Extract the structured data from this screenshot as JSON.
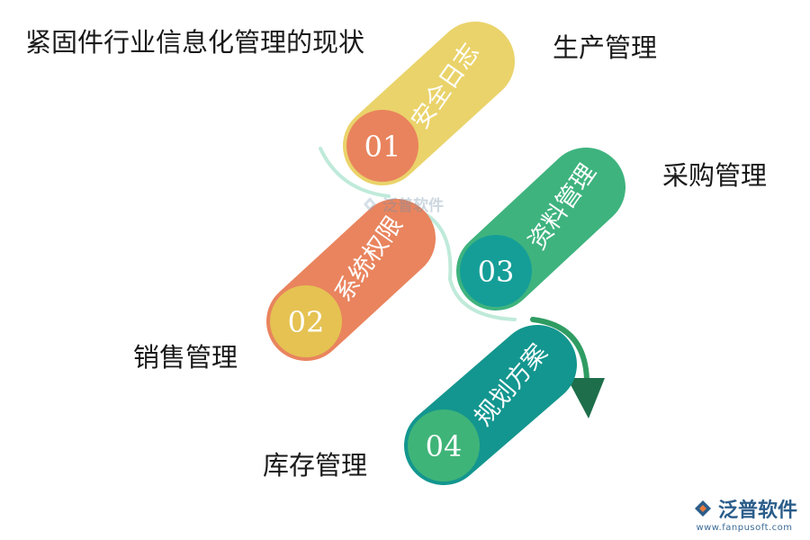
{
  "title": "紧固件行业信息化管理的现状",
  "labels": [
    {
      "text": "生产管理"
    },
    {
      "text": "采购管理"
    },
    {
      "text": "销售管理"
    },
    {
      "text": "库存管理"
    }
  ],
  "pills": [
    {
      "number": "01",
      "text": "安全日志",
      "body_color": "#EAD36A",
      "circle_color": "#E9835D"
    },
    {
      "number": "02",
      "text": "系统权限",
      "body_color": "#E9845E",
      "circle_color": "#E5C252"
    },
    {
      "number": "03",
      "text": "资料管理",
      "body_color": "#3EB37E",
      "circle_color": "#159E98"
    },
    {
      "number": "04",
      "text": "规划方案",
      "body_color": "#13968F",
      "circle_color": "#3FB478"
    }
  ],
  "colors": {
    "arc": "#BFEADA",
    "arrow": "#2F9C62",
    "arrow_head": "#1E6E4B"
  },
  "brand": {
    "name": "泛普软件",
    "url": "www.fanpusoft.com",
    "icon": "fanpu-logo-icon"
  },
  "watermark": {
    "text": "泛普软件"
  }
}
